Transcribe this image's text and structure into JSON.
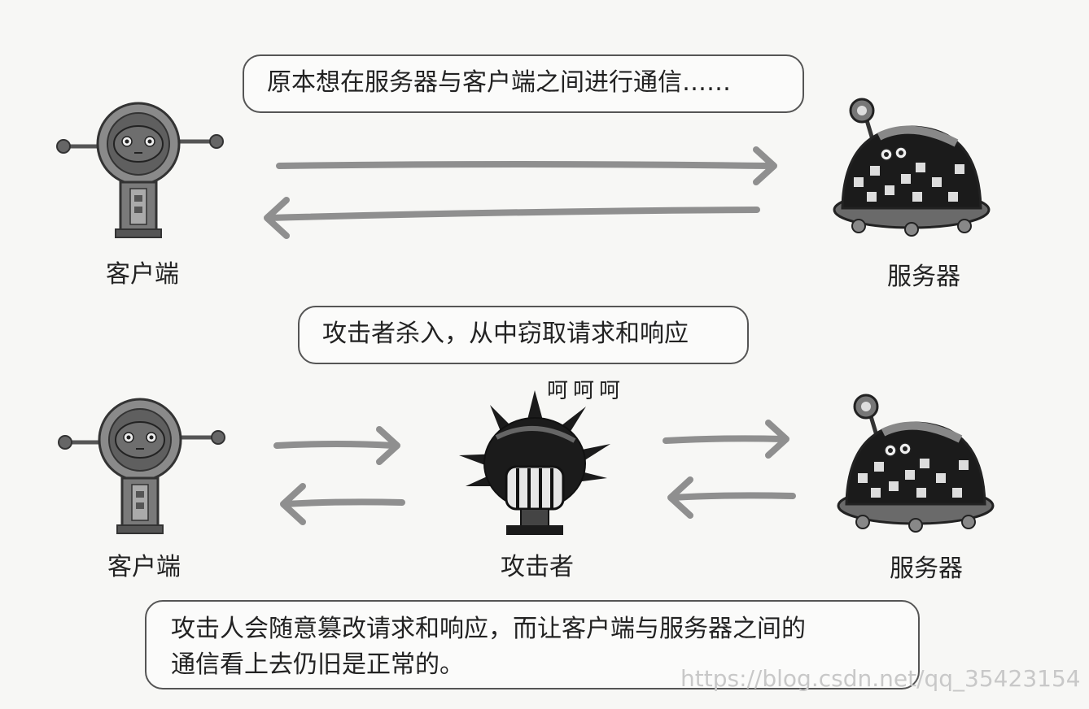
{
  "top": {
    "bubble_text": "原本想在服务器与客户端之间进行通信……",
    "client_label": "客户端",
    "server_label": "服务器"
  },
  "bottom": {
    "bubble_text": "攻击者杀入，从中窃取请求和响应",
    "laugh_text": "呵呵呵",
    "client_label": "客户端",
    "attacker_label": "攻击者",
    "server_label": "服务器",
    "caption_line1": "攻击人会随意篡改请求和响应，而让客户端与服务器之间的",
    "caption_line2": "通信看上去仍旧是正常的。"
  },
  "watermark": "https://blog.csdn.net/qq_35423154",
  "colors": {
    "arrow": "#8f8f8f",
    "robot_body": "#6d6d6d",
    "dark": "#1b1b1b"
  }
}
